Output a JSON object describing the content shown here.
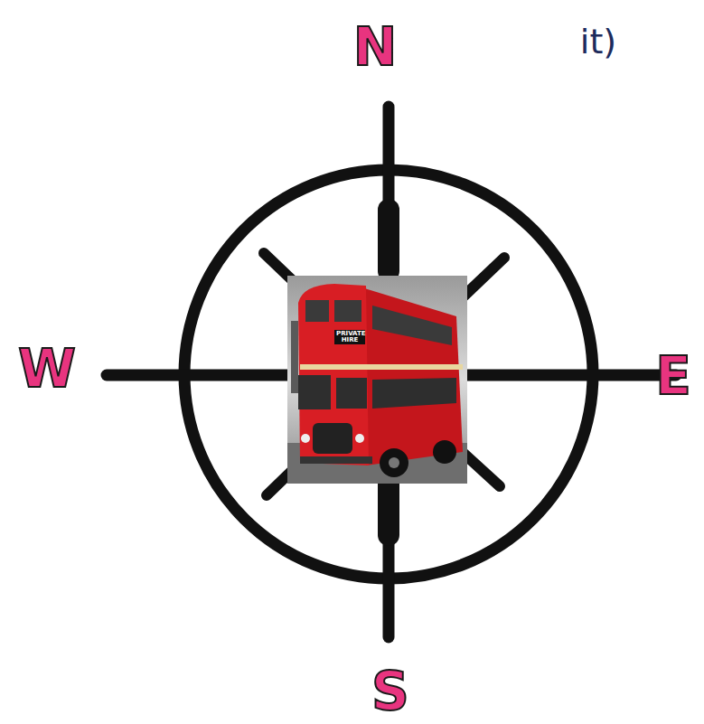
{
  "diagram": {
    "labels": [
      "N",
      "it)",
      "W",
      "E",
      "S",
      "PRIVATE HIRE"
    ]
  }
}
